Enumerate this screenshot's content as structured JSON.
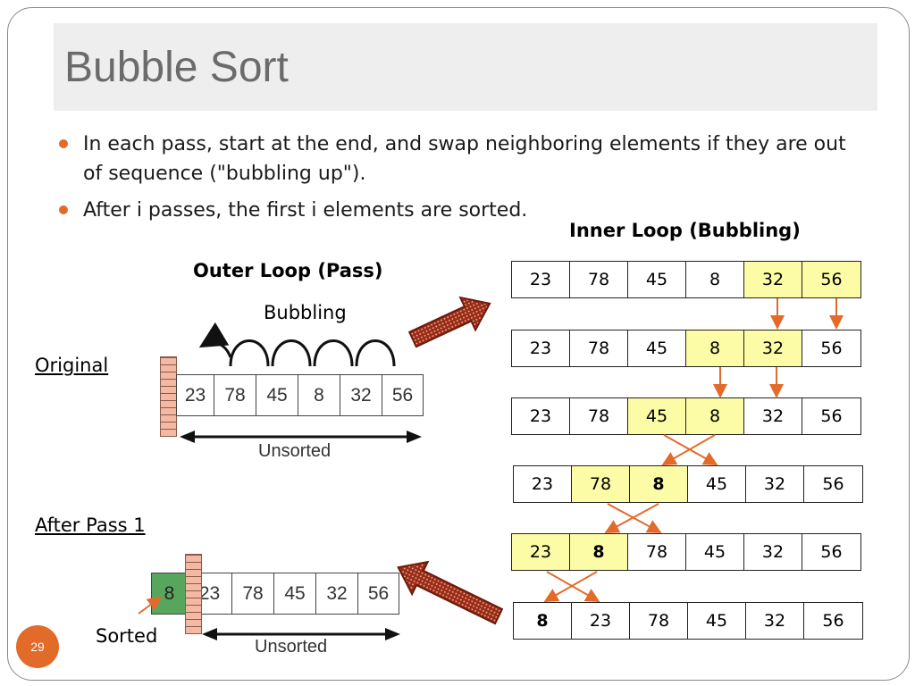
{
  "slide": {
    "title": "Bubble Sort",
    "page_number": "29",
    "bullets": [
      "In each pass, start at the end, and swap neighboring elements if they are out of sequence (\"bubbling up\").",
      "After i passes, the first i elements are sorted."
    ]
  },
  "labels": {
    "inner_loop": "Inner Loop (Bubbling)",
    "outer_loop": "Outer Loop (Pass)",
    "bubbling": "Bubbling",
    "original": "Original",
    "after_pass_1": "After Pass 1",
    "unsorted_top": "Unsorted",
    "unsorted_bottom": "Unsorted",
    "sorted": "Sorted"
  },
  "figure": {
    "original": [
      "23",
      "78",
      "45",
      "8",
      "32",
      "56"
    ],
    "after_pass_1": [
      "8",
      "23",
      "78",
      "45",
      "32",
      "56"
    ]
  },
  "inner_loop_rows": [
    {
      "values": [
        "23",
        "78",
        "45",
        "8",
        "32",
        "56"
      ],
      "highlight": [
        4,
        5
      ],
      "bold": []
    },
    {
      "values": [
        "23",
        "78",
        "45",
        "8",
        "32",
        "56"
      ],
      "highlight": [
        3,
        4
      ],
      "bold": []
    },
    {
      "values": [
        "23",
        "78",
        "45",
        "8",
        "32",
        "56"
      ],
      "highlight": [
        2,
        3
      ],
      "bold": []
    },
    {
      "values": [
        "23",
        "78",
        "8",
        "45",
        "32",
        "56"
      ],
      "highlight": [
        1,
        2
      ],
      "bold": [
        2
      ]
    },
    {
      "values": [
        "23",
        "8",
        "78",
        "45",
        "32",
        "56"
      ],
      "highlight": [
        0,
        1
      ],
      "bold": [
        1
      ]
    },
    {
      "values": [
        "8",
        "23",
        "78",
        "45",
        "32",
        "56"
      ],
      "highlight": [],
      "bold": [
        0
      ]
    }
  ],
  "colors": {
    "accent": "#e26b2a",
    "highlight": "#fdfca6",
    "sorted_cell": "#58a65d",
    "big_arrow": "#9b2a18"
  }
}
